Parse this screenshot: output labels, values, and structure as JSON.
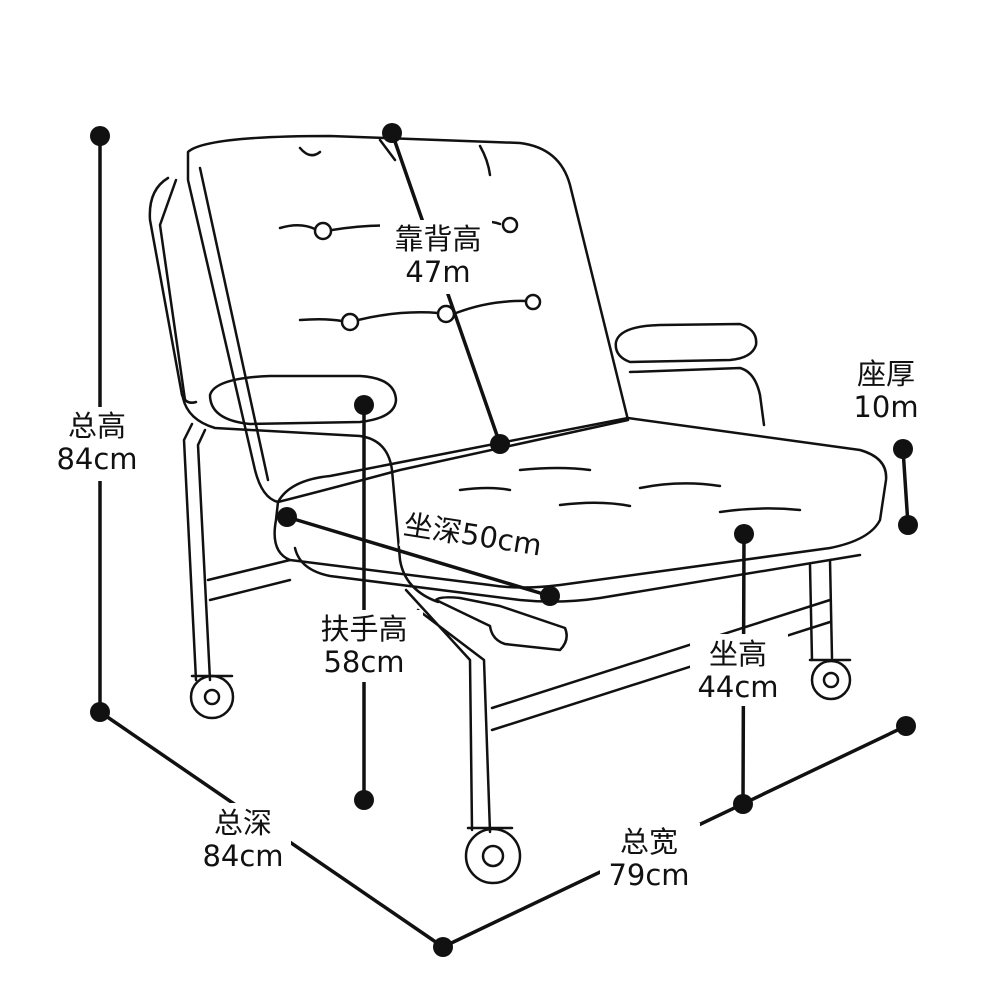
{
  "colors": {
    "line": "#111111",
    "background": "#ffffff"
  },
  "dimensions": {
    "total_height": {
      "name": "总高",
      "value": "84cm"
    },
    "backrest_height": {
      "name": "靠背高",
      "value": "47m"
    },
    "seat_thickness": {
      "name": "座厚",
      "value": "10m"
    },
    "seat_depth": {
      "text": "坐深50cm"
    },
    "armrest_height": {
      "name": "扶手高",
      "value": "58cm"
    },
    "seat_height": {
      "name": "坐高",
      "value": "44cm"
    },
    "total_depth": {
      "name": "总深",
      "value": "84cm"
    },
    "total_width": {
      "name": "总宽",
      "value": "79cm"
    }
  }
}
